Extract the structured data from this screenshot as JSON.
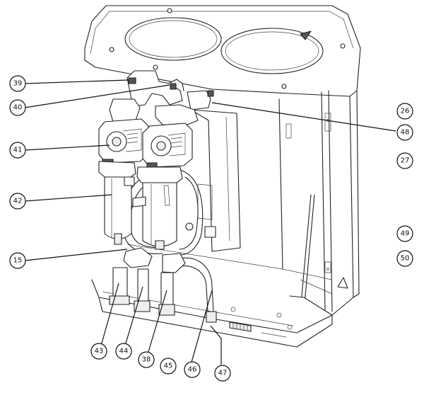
{
  "callouts": {
    "c39": "39",
    "c40": "40",
    "c41": "41",
    "c42": "42",
    "c15": "15",
    "c43": "43",
    "c44": "44",
    "c38": "38",
    "c45": "45",
    "c46": "46",
    "c47": "47",
    "c48": "48",
    "c26": "26",
    "c27": "27",
    "c49": "49",
    "c50": "50"
  }
}
